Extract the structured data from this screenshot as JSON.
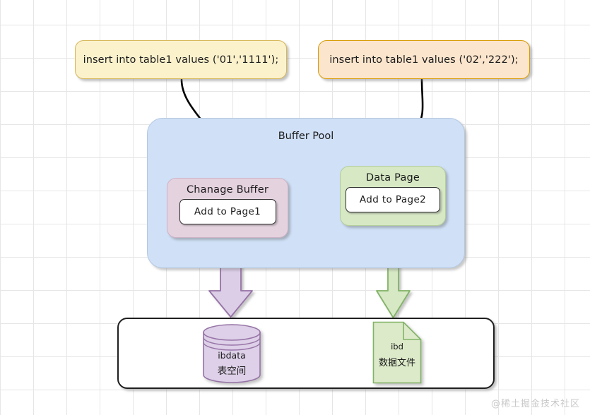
{
  "diagram": {
    "title_label": "Buffer Pool",
    "watermark": "@稀土掘金技术社区",
    "colors": {
      "background": "#ffffff",
      "grid_line": "#e6e6e6",
      "sql_left_fill": "#fbf2cc",
      "sql_left_border": "#d6b656",
      "sql_right_fill": "#fce5cd",
      "sql_right_border": "#d79b00",
      "buffer_pool_fill": "#cfe0f7",
      "buffer_pool_border": "#b4c7e0",
      "change_buffer_fill": "#e5d2df",
      "change_buffer_border": "#cdb3c6",
      "data_page_fill": "#d6e8c4",
      "data_page_border": "#b4ce9c",
      "purple_arrow_fill": "#ddcee8",
      "purple_arrow_border": "#9673a6",
      "green_arrow_fill": "#d6e8c4",
      "green_arrow_border": "#82b366",
      "cylinder_fill": "#ddd0e8",
      "cylinder_border": "#9673a6",
      "file_fill": "#dceac9",
      "file_border": "#82b366",
      "storage_box_fill": "#ffffff",
      "storage_box_border": "#1f1f1f",
      "curve_arrow": "#000000",
      "watermark_text": "#c9c9c9"
    },
    "sql_statements": [
      {
        "id": "left",
        "text": "insert into table1 values ('01','1111');"
      },
      {
        "id": "right",
        "text": "insert into table1 values ('02','222');"
      }
    ],
    "buffer_pool": {
      "label": "Buffer Pool",
      "cards": [
        {
          "title": "Chanage Buffer",
          "inner_label": "Add to  Page1"
        },
        {
          "title": "Data Page",
          "inner_label": "Add to  Page2"
        }
      ]
    },
    "storage": {
      "items": [
        {
          "shape": "cylinder",
          "name": "ibdata",
          "subtitle": "表空间"
        },
        {
          "shape": "document",
          "name": "ibd",
          "subtitle": "数据文件"
        }
      ]
    },
    "connectors": [
      {
        "from": "sql-left",
        "to": "change-buffer",
        "style": "curved-black-arrow"
      },
      {
        "from": "sql-right",
        "to": "data-page",
        "style": "curved-black-arrow"
      },
      {
        "from": "change-buffer",
        "to": "ibdata-cylinder",
        "style": "thick-purple-block-arrow"
      },
      {
        "from": "data-page",
        "to": "ibd-file",
        "style": "thick-green-block-arrow"
      }
    ]
  }
}
